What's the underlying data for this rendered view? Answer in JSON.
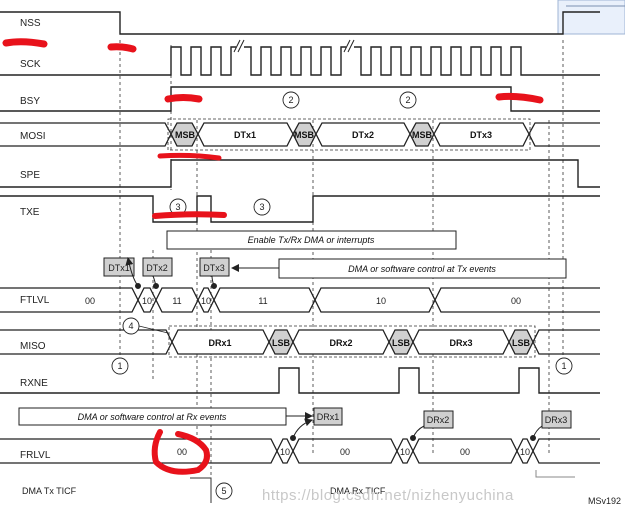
{
  "signals": {
    "nss": "NSS",
    "sck": "SCK",
    "bsy": "BSY",
    "mosi": "MOSI",
    "spe": "SPE",
    "txe": "TXE",
    "ftlvl": "FTLVL",
    "miso": "MISO",
    "rxne": "RXNE",
    "frlvl": "FRLVL"
  },
  "mosi": {
    "msb": "MSB",
    "dtx1": "DTx1",
    "dtx2": "DTx2",
    "dtx3": "DTx3"
  },
  "miso": {
    "lsb": "LSB",
    "drx1": "DRx1",
    "drx2": "DRx2",
    "drx3": "DRx3"
  },
  "ftlvl": {
    "v00a": "00",
    "v10a": "10",
    "v11a": "11",
    "v10b": "10",
    "v11b": "11",
    "v10c": "10",
    "v00b": "00"
  },
  "frlvl": {
    "v00a": "00",
    "v10a": "10",
    "v00b": "00",
    "v10b": "10",
    "v00c": "00",
    "v10c": "10"
  },
  "tx_boxes": {
    "dtx1": "DTx1",
    "dtx2": "DTx2",
    "dtx3": "DTx3"
  },
  "rx_boxes": {
    "drx1": "DRx1",
    "drx2": "DRx2",
    "drx3": "DRx3"
  },
  "notes": {
    "enable_dma": "Enable Tx/Rx DMA or interrupts",
    "tx_events": "DMA or software control at Tx events",
    "rx_events": "DMA or software control at Rx events"
  },
  "markers": {
    "m1a": "1",
    "m1b": "1",
    "m2a": "2",
    "m2b": "2",
    "m3a": "3",
    "m3b": "3",
    "m4": "4",
    "m5": "5"
  },
  "footer": {
    "dma_tx": "DMA Tx TICF",
    "dma_rx": "DMA Rx TICF",
    "code": "MSv192",
    "watermark": "https://blog.csdn.net/nizhenyuchina"
  },
  "colors": {
    "highlight": "#e8121b",
    "box_fill": "#d0d0d0",
    "line": "#222222"
  }
}
